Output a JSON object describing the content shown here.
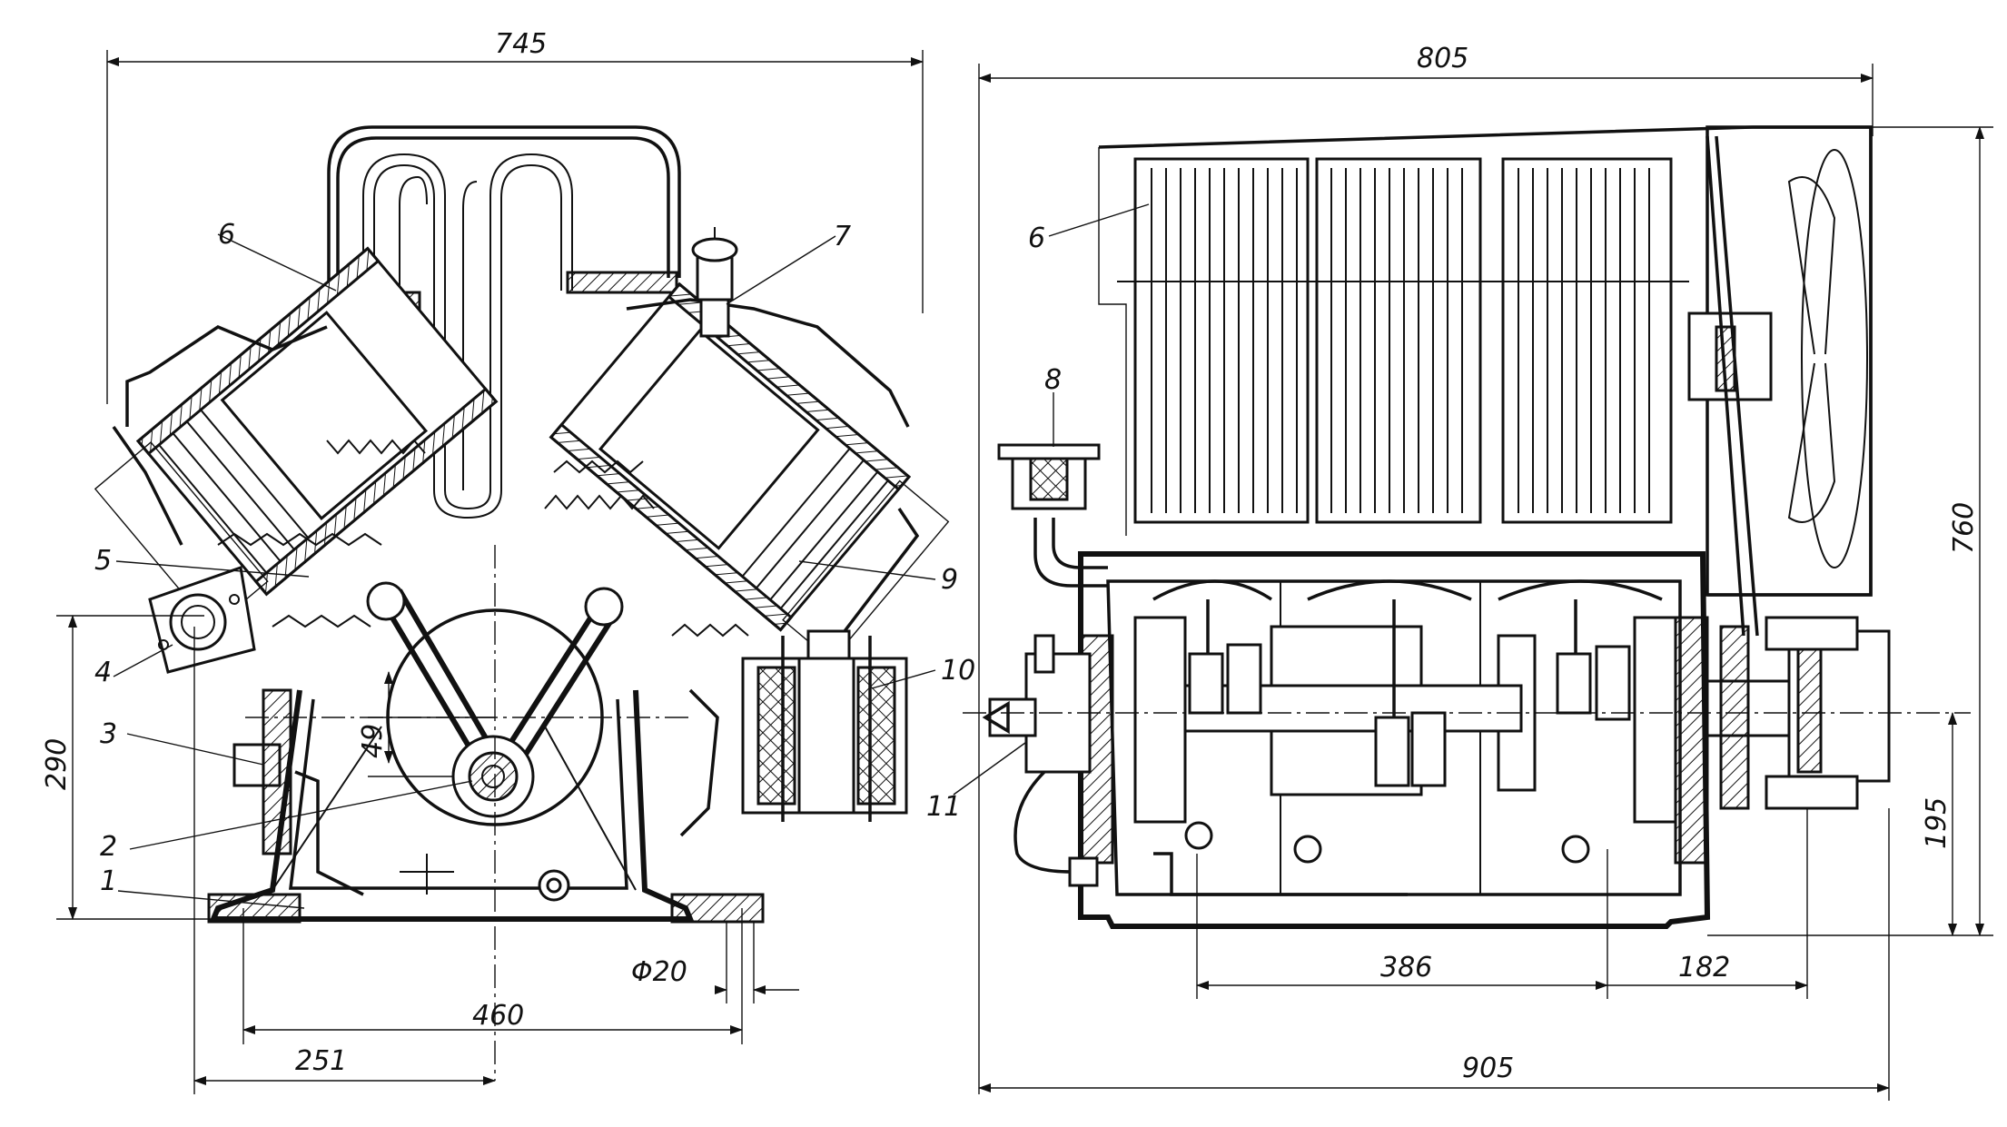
{
  "dimensions": {
    "left_width": "745",
    "right_width": "805",
    "right_total": "905",
    "right_height": "760",
    "left_height": "290",
    "center_height": "49",
    "bolt_spacing": "460",
    "half_base": "251",
    "bolt_hole": "Φ20",
    "right_span": "386",
    "right_offset": "182",
    "right_shaft": "195"
  },
  "callouts": {
    "c1": "1",
    "c2": "2",
    "c3": "3",
    "c4": "4",
    "c5": "5",
    "c6_left": "6",
    "c7": "7",
    "c6_right": "6",
    "c8": "8",
    "c9": "9",
    "c10": "10",
    "c11": "11"
  }
}
